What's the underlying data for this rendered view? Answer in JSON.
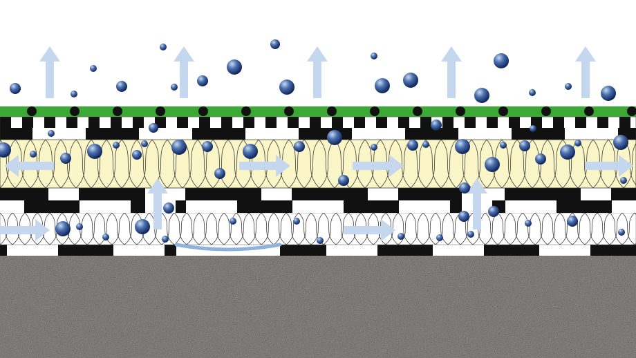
{
  "diagram": {
    "colors": {
      "sky": "#ffffff",
      "membrane": "#3da835",
      "membrane_dots": "#111111",
      "layer_black": "#111111",
      "layer_white": "#ffffff",
      "insulation_fill": "#fbf6c8",
      "insulation_pattern": "#3a3a3a",
      "lower_insulation_fill": "#ffffff",
      "arrow": "#c5d7ee",
      "droplet_light": "#c9d9ef",
      "droplet_mid": "#4a6fae",
      "droplet_dark": "#10245a",
      "gap_highlight": "#8fb2dd",
      "concrete": "#8c8b89"
    },
    "layers": [
      "vapour-open-membrane",
      "checkered-separation-layer",
      "upper-insulation",
      "separation-layer",
      "lower-insulation",
      "base-layer",
      "concrete-substrate"
    ],
    "arrows": [
      {
        "direction": "up",
        "level": "sky"
      },
      {
        "direction": "up",
        "level": "sky"
      },
      {
        "direction": "up",
        "level": "sky"
      },
      {
        "direction": "up",
        "level": "sky"
      },
      {
        "direction": "up",
        "level": "sky"
      },
      {
        "direction": "left",
        "level": "upper-insulation"
      },
      {
        "direction": "right",
        "level": "upper-insulation"
      },
      {
        "direction": "right",
        "level": "upper-insulation"
      },
      {
        "direction": "right",
        "level": "upper-insulation"
      },
      {
        "direction": "up",
        "level": "separation-layer"
      },
      {
        "direction": "up",
        "level": "separation-layer"
      },
      {
        "direction": "right",
        "level": "lower-insulation"
      },
      {
        "direction": "right",
        "level": "lower-insulation"
      }
    ]
  }
}
